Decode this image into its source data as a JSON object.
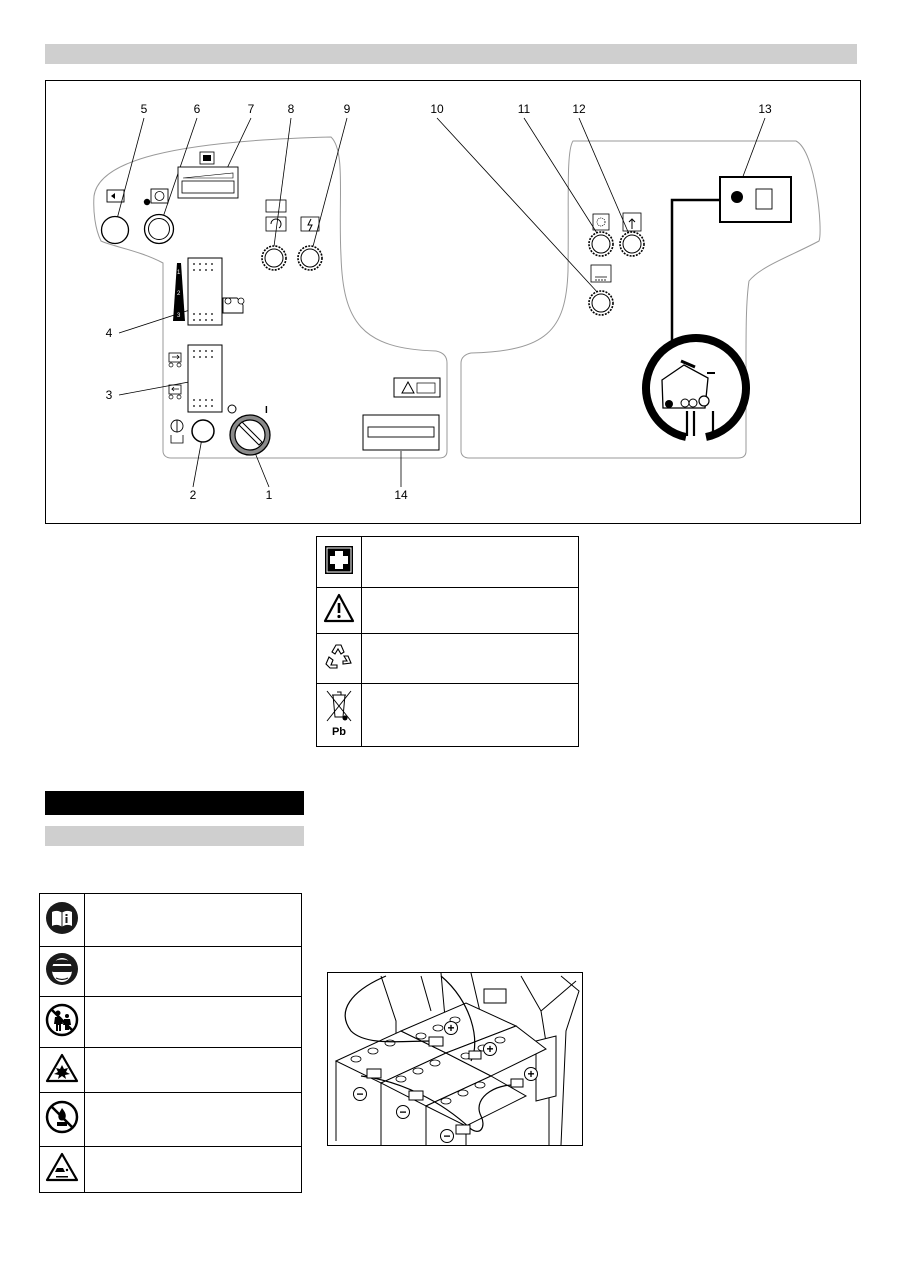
{
  "panel_diagram": {
    "callouts": [
      "5",
      "6",
      "7",
      "8",
      "9",
      "10",
      "11",
      "12",
      "13",
      "4",
      "3",
      "2",
      "1",
      "14"
    ],
    "rocker_speed_marks": [
      "1",
      "2",
      "3"
    ],
    "key_switch_on_label": "I"
  },
  "first_aid_table": {
    "rows": [
      {
        "icon": "first-aid-icon"
      },
      {
        "icon": "warning-triangle-icon"
      },
      {
        "icon": "recycling-icon"
      },
      {
        "icon": "crossed-bin-pb-icon",
        "label": "Pb"
      }
    ]
  },
  "safety_table": {
    "rows": [
      {
        "icon": "read-manual-icon"
      },
      {
        "icon": "eye-protection-icon"
      },
      {
        "icon": "keep-children-away-icon"
      },
      {
        "icon": "explosion-hazard-icon"
      },
      {
        "icon": "no-open-flame-icon"
      },
      {
        "icon": "acid-hazard-icon"
      }
    ]
  },
  "battery_figure": {
    "terminal_signs": [
      "+",
      "+",
      "+",
      "−",
      "−",
      "−"
    ]
  }
}
